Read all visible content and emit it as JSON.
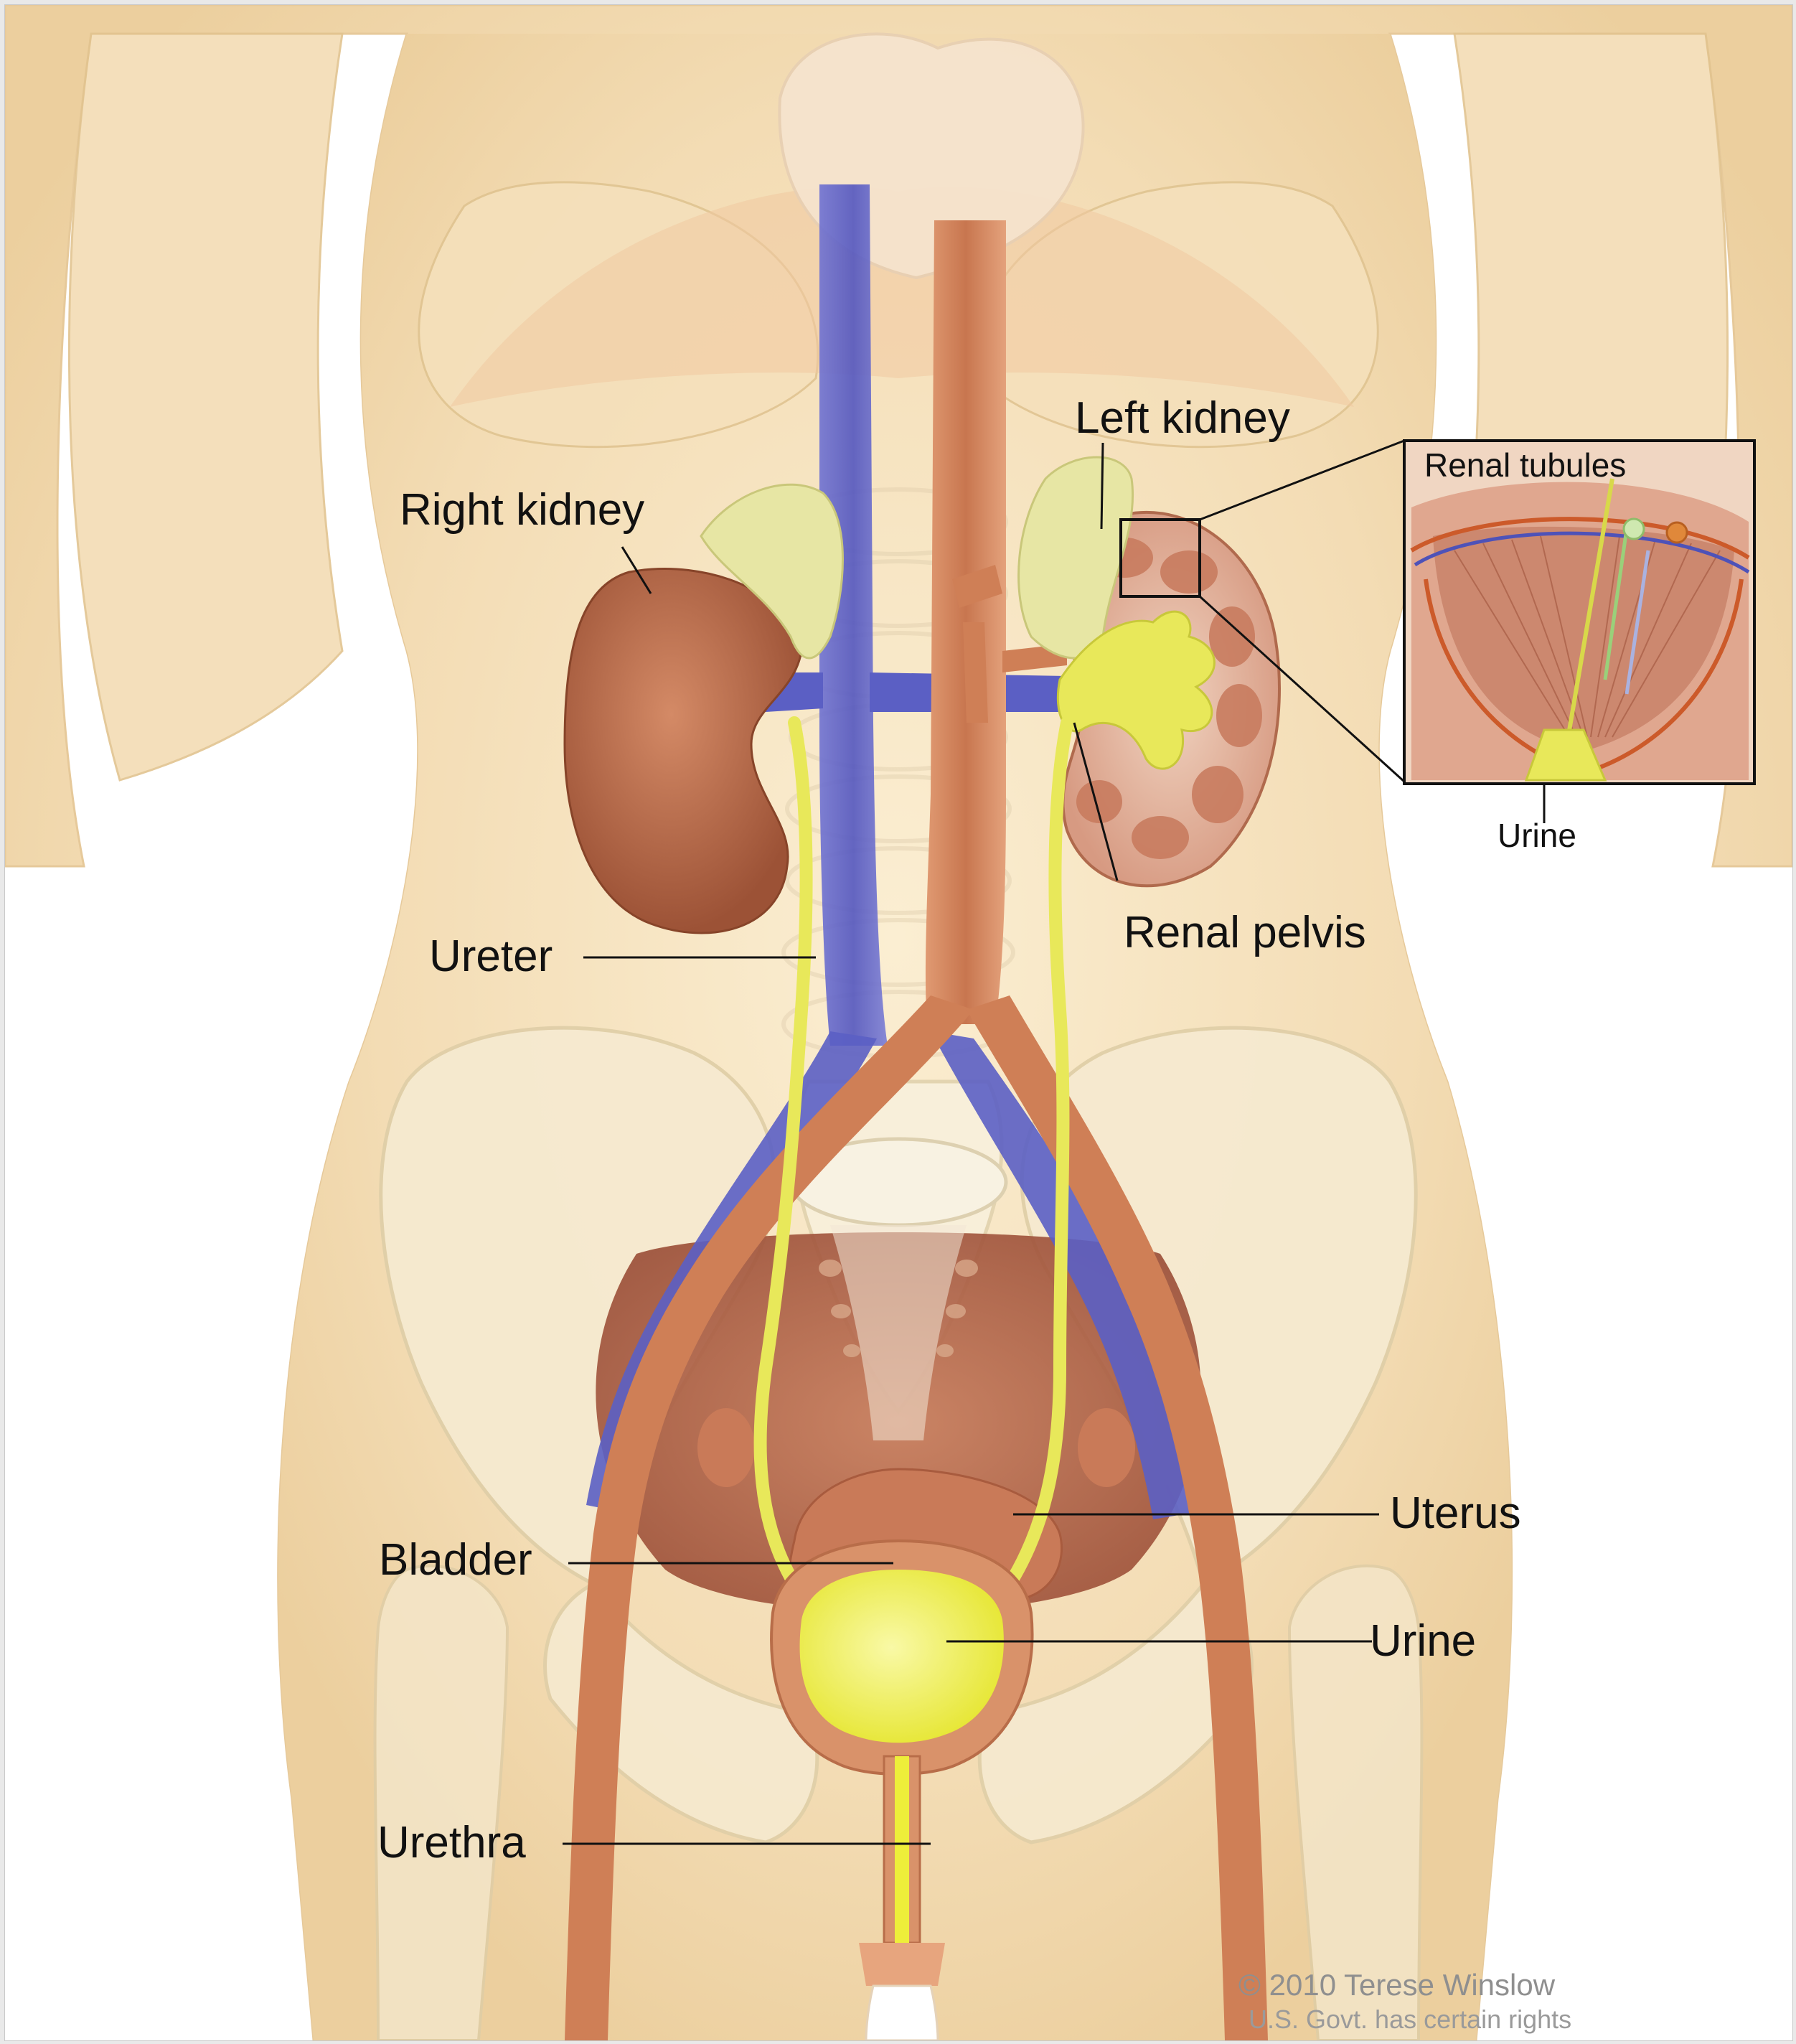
{
  "labels": {
    "left_kidney": "Left kidney",
    "right_kidney": "Right kidney",
    "renal_tubules": "Renal tubules",
    "urine_inset": "Urine",
    "renal_pelvis": "Renal pelvis",
    "ureter": "Ureter",
    "uterus": "Uterus",
    "bladder": "Bladder",
    "urine": "Urine",
    "urethra": "Urethra"
  },
  "credit": {
    "line1": "© 2010 Terese Winslow",
    "line2": "U.S. Govt. has certain rights"
  },
  "colors": {
    "skin": "#f3dcb4",
    "bone": "#f4e9cf",
    "kidney": "#b86a4a",
    "vein": "#5b5fc4",
    "artery": "#cf7f56",
    "ureter": "#e8e85a",
    "adrenal": "#e7e6a4",
    "urine": "#eeee3a",
    "bladder_wall": "#d9926a",
    "uterus": "#c97a58"
  }
}
